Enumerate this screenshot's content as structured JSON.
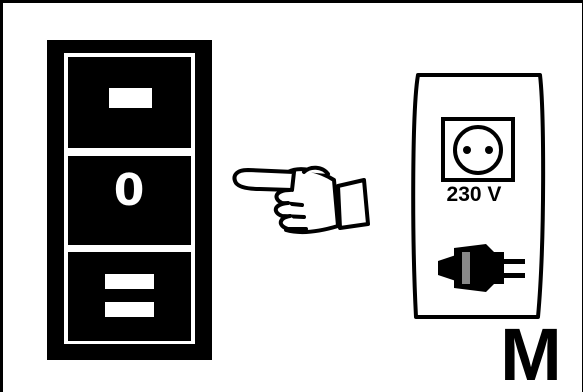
{
  "colors": {
    "ink": "#000000",
    "paper": "#ffffff",
    "plug_shadow": "#888888"
  },
  "icons": [
    "hand-pointing-icon",
    "socket-icon",
    "plug-icon"
  ],
  "rocker_switch": {
    "positions": [
      "I",
      "0",
      "II"
    ],
    "off_label": "0"
  },
  "socket_panel": {
    "voltage": "230 V"
  },
  "model_letter": "M"
}
